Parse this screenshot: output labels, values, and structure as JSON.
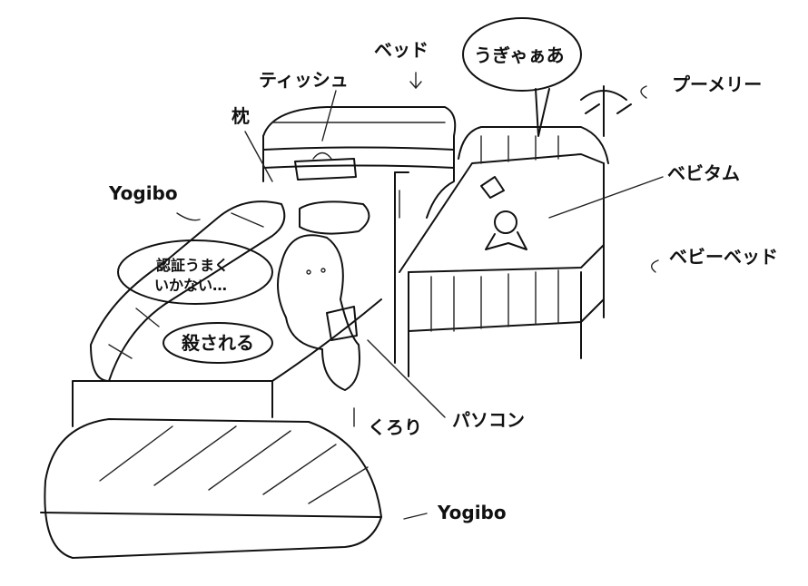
{
  "labels": {
    "bed": "ベッド",
    "baby_cry": "うぎゃぁあ",
    "tissue": "ティッシュ",
    "mobile": "プーメリー",
    "pillow": "枕",
    "baby": "ベビタム",
    "yogibo_top": "Yogibo",
    "baby_bed": "ベビーベッド",
    "thought_line1": "認証うまく",
    "thought_line2": "いかない…",
    "killed": "殺される",
    "laptop": "パソコン",
    "person": "くろり",
    "yogibo_bottom": "Yogibo"
  }
}
